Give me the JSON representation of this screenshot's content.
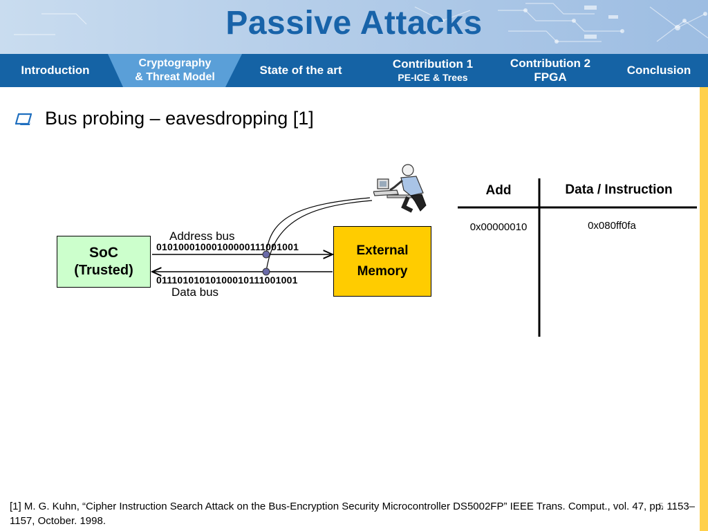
{
  "slide": {
    "title": "Passive Attacks",
    "page_number": "5"
  },
  "nav": {
    "items": [
      {
        "line1": "Introduction",
        "line2": ""
      },
      {
        "line1": "Cryptography",
        "line2": "& Threat Model"
      },
      {
        "line1": "State of the art",
        "line2": ""
      },
      {
        "line1": "Contribution 1",
        "line2": "PE-ICE & Trees"
      },
      {
        "line1": "Contribution 2",
        "line2": "FPGA"
      },
      {
        "line1": "Conclusion",
        "line2": ""
      }
    ],
    "active_index": 1
  },
  "bullet": {
    "text": "Bus probing – eavesdropping [1]"
  },
  "diagram": {
    "soc": {
      "title": "SoC",
      "subtitle": "(Trusted)"
    },
    "memory": {
      "line1": "External",
      "line2": "Memory"
    },
    "address_bus": {
      "label": "Address bus",
      "bits": "01010001000100000111001001"
    },
    "data_bus": {
      "label": "Data bus",
      "bits": "01110101010100010111001001"
    }
  },
  "table": {
    "headers": [
      "Add",
      "Data / Instruction"
    ],
    "rows": [
      [
        "0x00000010",
        "0x080ff0fa"
      ]
    ]
  },
  "footnote": "[1] M. G. Kuhn, “Cipher Instruction Search Attack on the Bus-Encryption Security Microcontroller DS5002FP” IEEE Trans. Comput., vol. 47, pp. 1153–1157, October. 1998.",
  "colors": {
    "title": "#1863a9",
    "nav_bar": "#1563a5",
    "nav_active": "#5a9fd8",
    "soc_fill": "#ccffcc",
    "memory_fill": "#ffcc00",
    "right_bar": "#ffd04a",
    "probe_point": "#6a6aa8"
  }
}
